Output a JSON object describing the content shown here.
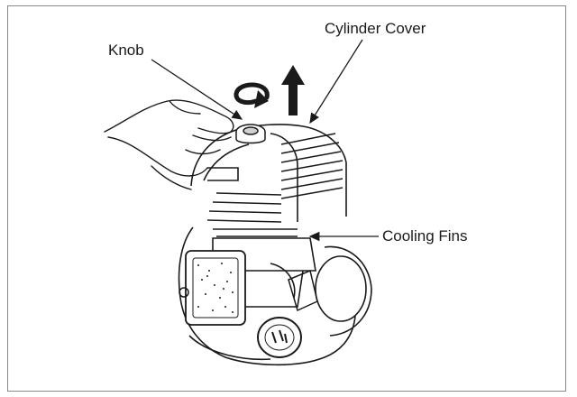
{
  "labels": {
    "knob": "Knob",
    "cylinder_cover": "Cylinder Cover",
    "cooling_fins": "Cooling Fins"
  },
  "colors": {
    "ink": "#1a1a1a",
    "frame": "#8a8a8a"
  }
}
